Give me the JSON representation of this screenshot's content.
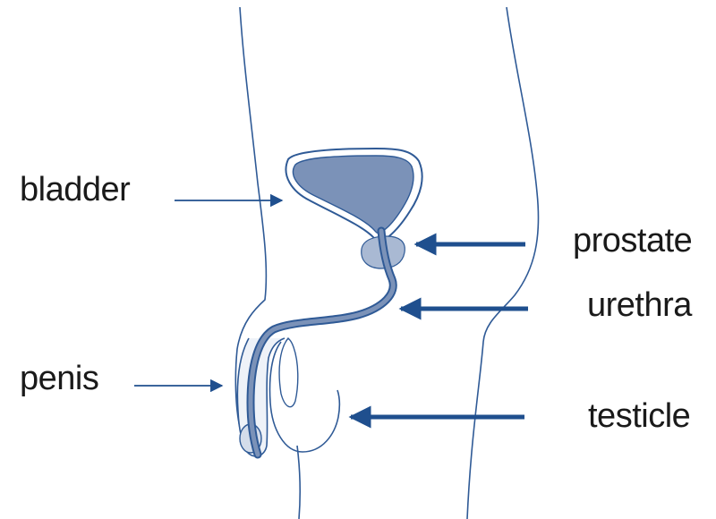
{
  "labels": {
    "bladder": "bladder",
    "prostate": "prostate",
    "urethra": "urethra",
    "penis": "penis",
    "testicle": "testicle"
  },
  "colors": {
    "outline": "#2f5a96",
    "organ_fill": "#7b92b8",
    "organ_light": "#a9b9d3",
    "arrow": "#1f4f8e",
    "text": "#1a1a1a"
  },
  "icons": {
    "arrow": "arrow-left-icon"
  }
}
